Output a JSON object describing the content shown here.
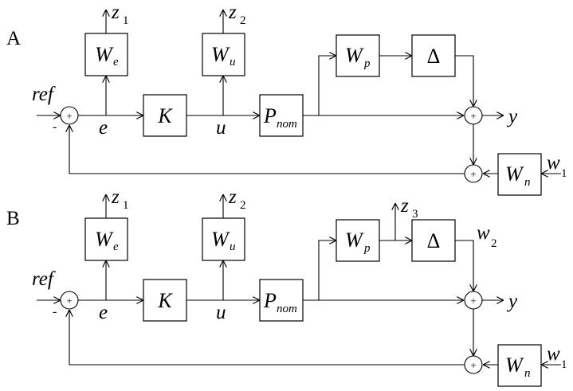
{
  "panels": [
    {
      "label": "A",
      "blocks": {
        "we": {
          "main": "W",
          "sub": "e"
        },
        "wu": {
          "main": "W",
          "sub": "u"
        },
        "k": {
          "main": "K"
        },
        "pnom": {
          "main": "P",
          "sub": "nom"
        },
        "wp": {
          "main": "W",
          "sub": "p"
        },
        "delta": {
          "main": "Δ"
        },
        "wn": {
          "main": "W",
          "sub": "n"
        }
      },
      "signals": {
        "ref": "ref",
        "e": "e",
        "u": "u",
        "y": "y",
        "z1": {
          "main": "z",
          "sub": "1"
        },
        "z2": {
          "main": "z",
          "sub": "2"
        },
        "w1": {
          "main": "w",
          "sub": "1"
        }
      },
      "sum_sign": "+",
      "feedback_sign": "-"
    },
    {
      "label": "B",
      "blocks": {
        "we": {
          "main": "W",
          "sub": "e"
        },
        "wu": {
          "main": "W",
          "sub": "u"
        },
        "k": {
          "main": "K"
        },
        "pnom": {
          "main": "P",
          "sub": "nom"
        },
        "wp": {
          "main": "W",
          "sub": "p"
        },
        "delta": {
          "main": "Δ"
        },
        "wn": {
          "main": "W",
          "sub": "n"
        }
      },
      "signals": {
        "ref": "ref",
        "e": "e",
        "u": "u",
        "y": "y",
        "z1": {
          "main": "z",
          "sub": "1"
        },
        "z2": {
          "main": "z",
          "sub": "2"
        },
        "z3": {
          "main": "z",
          "sub": "3"
        },
        "w1": {
          "main": "w",
          "sub": "1"
        },
        "w2": {
          "main": "w",
          "sub": "2"
        }
      },
      "sum_sign": "+",
      "feedback_sign": "-"
    }
  ]
}
